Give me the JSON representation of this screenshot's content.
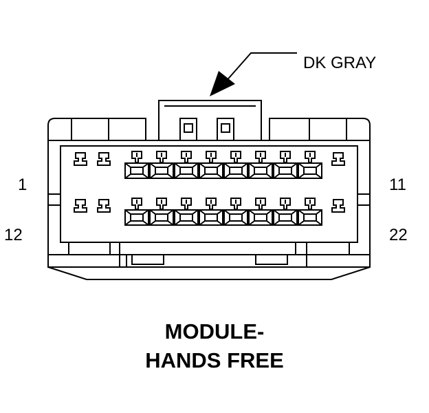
{
  "wire_color": "DK GRAY",
  "pin_labels": {
    "top_left": "1",
    "top_right": "11",
    "bottom_left": "12",
    "bottom_right": "22"
  },
  "title": {
    "line1": "MODULE-",
    "line2": "HANDS FREE"
  },
  "pin_count": 22,
  "line_color": "#000000",
  "background": "#ffffff"
}
